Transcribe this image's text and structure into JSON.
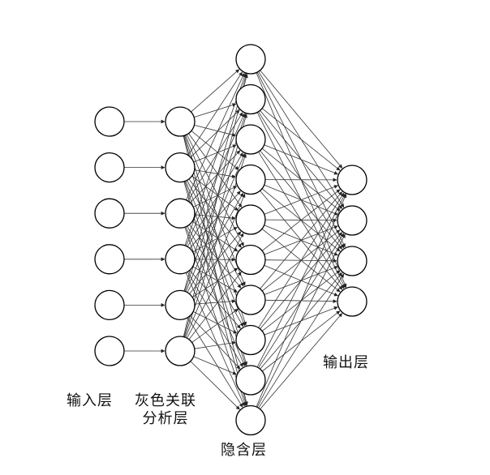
{
  "labels": {
    "input_layer": "输入层",
    "grey_relational_layer": "灰色关联\n分析层",
    "hidden_layer": "隐含层",
    "output_layer": "输出层"
  },
  "network": {
    "input_nodes": 6,
    "grey_nodes": 6,
    "hidden_nodes": 10,
    "output_nodes": 4
  },
  "colors": {
    "stroke": "#000000",
    "node_fill": "#ffffff",
    "edge": "#333333"
  }
}
